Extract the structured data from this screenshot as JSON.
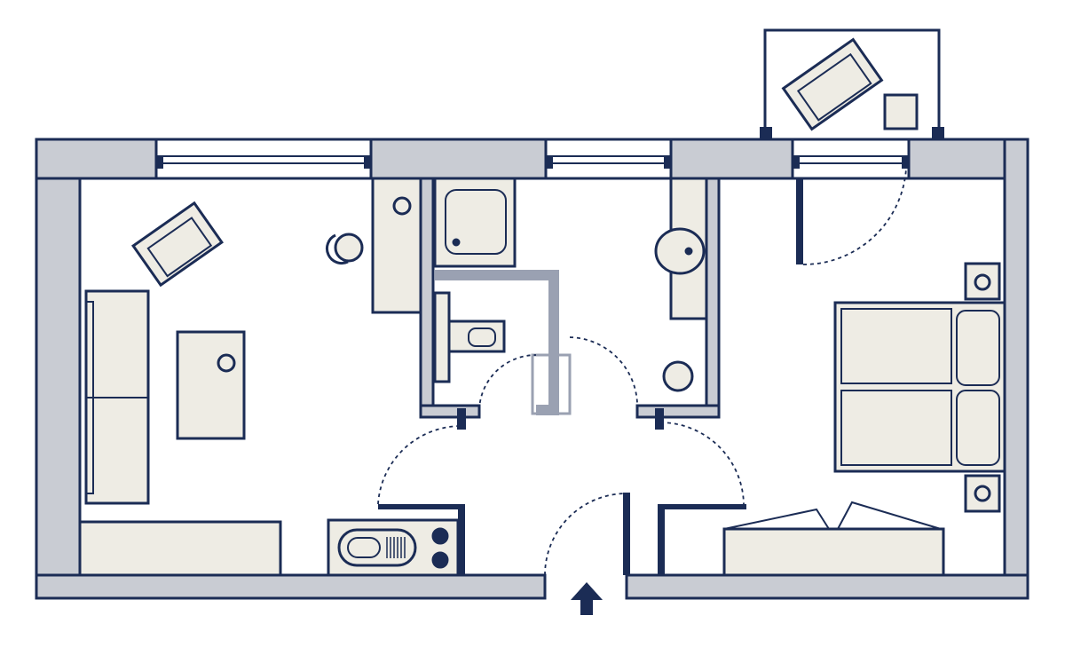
{
  "plan": {
    "colors": {
      "wall_fill": "#c9ccd3",
      "wall_outline": "#1b2c55",
      "furniture_fill": "#eeece4",
      "furniture_stroke": "#1b2c55",
      "floor": "#ffffff",
      "duct": "#9aa1b2",
      "window_frame": "#1b2c55"
    },
    "icons": {
      "entrance": "arrow-up-icon"
    },
    "rooms": [
      "living-room",
      "bathroom",
      "hallway",
      "bedroom",
      "balcony"
    ]
  }
}
